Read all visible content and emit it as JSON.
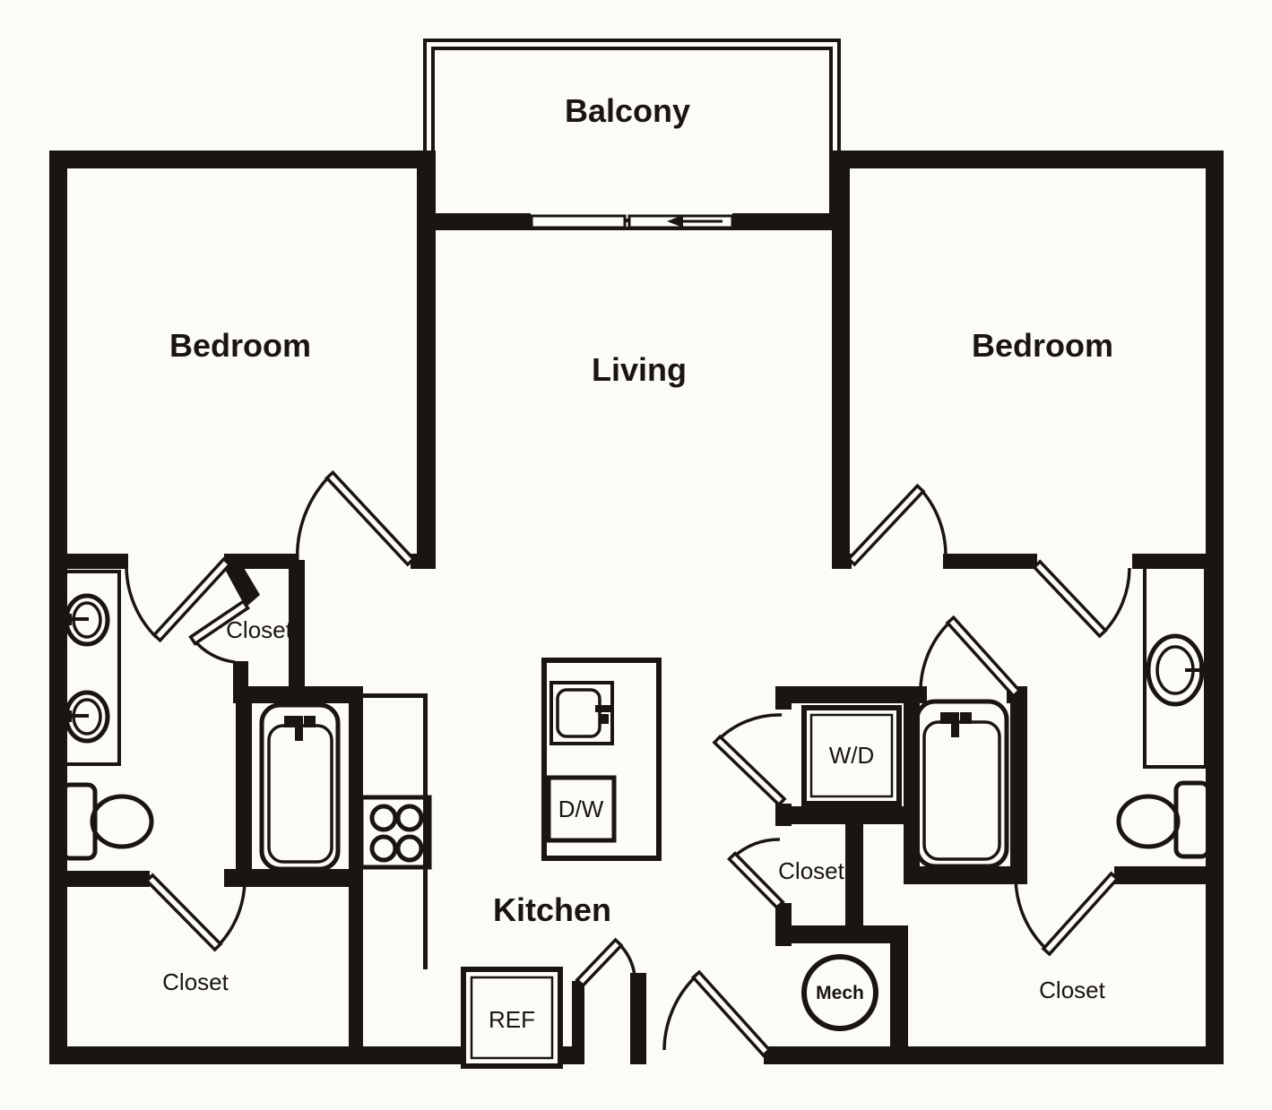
{
  "colors": {
    "ink": "#181512",
    "paper": "#fcfbf8"
  },
  "rooms": {
    "balcony": "Balcony",
    "bedroom_left": "Bedroom",
    "living": "Living",
    "bedroom_right": "Bedroom",
    "kitchen": "Kitchen"
  },
  "closets": {
    "bath_left": "Closet",
    "bottom_left": "Closet",
    "hall_right": "Closet",
    "bottom_right": "Closet"
  },
  "fixtures": {
    "washer_dryer": "W/D",
    "dishwasher": "D/W",
    "refrigerator": "REF",
    "mechanical": "Mech"
  }
}
